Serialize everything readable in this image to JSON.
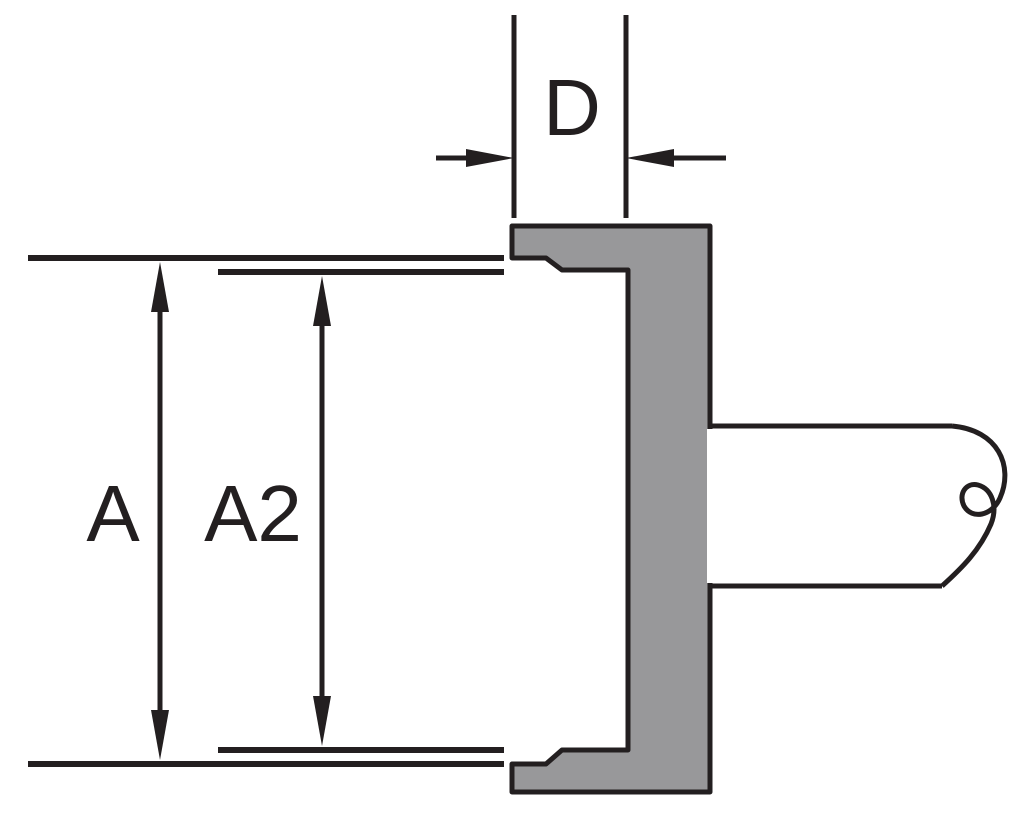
{
  "diagram": {
    "type": "technical-cross-section",
    "labels": {
      "outer_width": "A",
      "inner_width": "A2",
      "lip_thickness": "D"
    },
    "colors": {
      "part_fill": "#98989a",
      "line_color": "#231f20",
      "background": "#ffffff"
    }
  }
}
